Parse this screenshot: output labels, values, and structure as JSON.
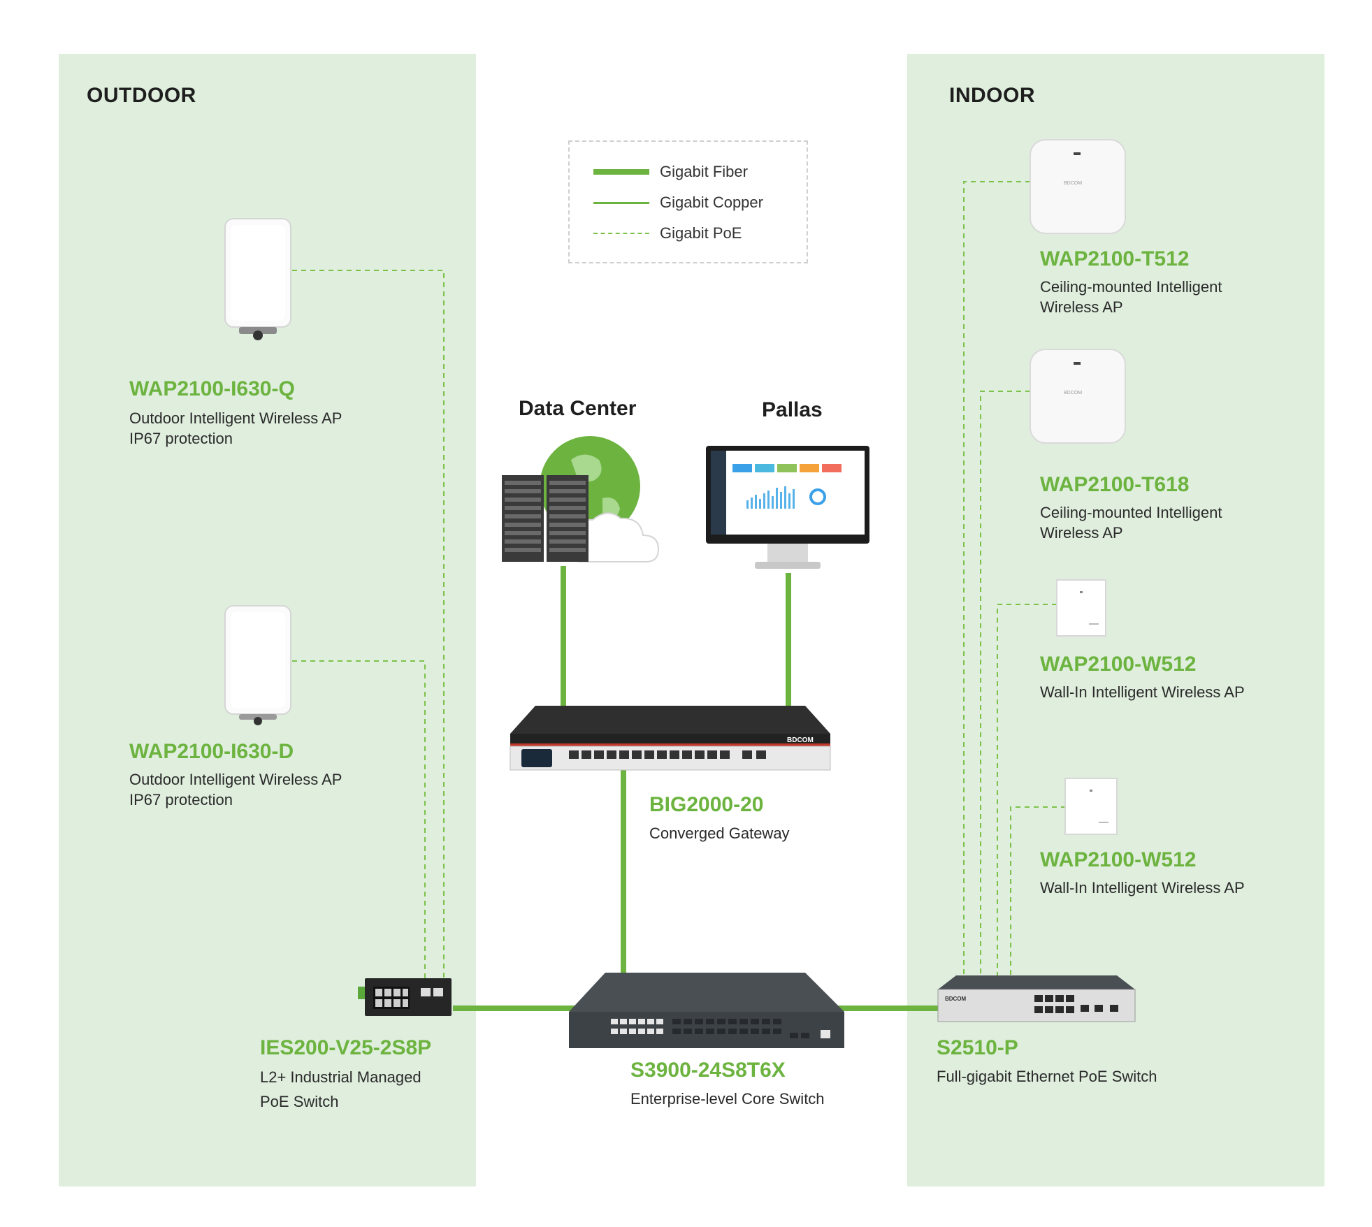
{
  "zones": {
    "outdoor": {
      "title": "OUTDOOR"
    },
    "indoor": {
      "title": "INDOOR"
    }
  },
  "legend": {
    "fiber": "Gigabit Fiber",
    "copper": "Gigabit Copper",
    "poe": "Gigabit PoE"
  },
  "top_labels": {
    "data_center": "Data Center",
    "pallas": "Pallas"
  },
  "colors": {
    "accent": "#6cb33f",
    "zone_bg": "#dfeedd",
    "poe_line": "#7cc24a"
  },
  "outdoor_devices": [
    {
      "name": "WAP2100-I630-Q",
      "desc1": "Outdoor Intelligent Wireless AP",
      "desc2": "IP67 protection"
    },
    {
      "name": "WAP2100-I630-D",
      "desc1": "Outdoor Intelligent Wireless AP",
      "desc2": "IP67 protection"
    }
  ],
  "indoor_devices": [
    {
      "name": "WAP2100-T512",
      "desc1": "Ceiling-mounted Intelligent",
      "desc2": "Wireless AP"
    },
    {
      "name": "WAP2100-T618",
      "desc1": "Ceiling-mounted Intelligent",
      "desc2": "Wireless AP"
    },
    {
      "name": "WAP2100-W512",
      "desc1": "Wall-In Intelligent Wireless AP"
    },
    {
      "name": "WAP2100-W512",
      "desc1": "Wall-In Intelligent Wireless AP"
    }
  ],
  "gateway": {
    "name": "BIG2000-20",
    "desc": "Converged Gateway"
  },
  "core_switch": {
    "name": "S3900-24S8T6X",
    "desc": "Enterprise-level Core Switch"
  },
  "industrial_switch": {
    "name": "IES200-V25-2S8P",
    "desc1": "L2+ Industrial Managed",
    "desc2": "PoE Switch"
  },
  "poe_switch": {
    "name": "S2510-P",
    "desc": "Full-gigabit Ethernet PoE Switch"
  },
  "brand": {
    "logo": "BDCOM"
  }
}
